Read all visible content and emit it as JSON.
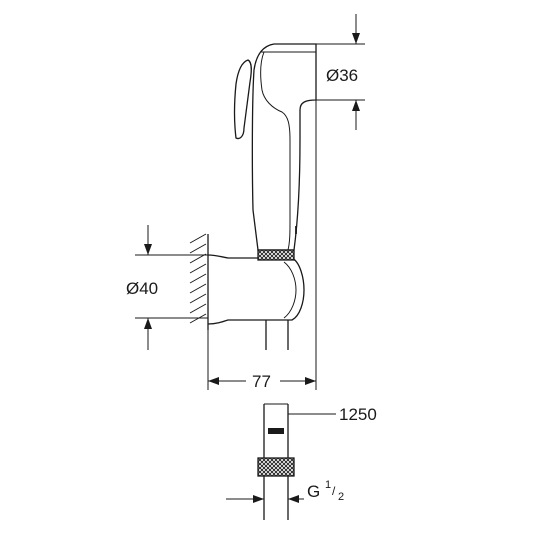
{
  "dimensions": {
    "head_diameter": "Ø36",
    "holder_diameter": "Ø40",
    "projection": "77",
    "hose_length": "1250",
    "thread_main": "G",
    "thread_num": "1",
    "thread_den": "2"
  },
  "colors": {
    "line": "#1a1a1a",
    "background": "#ffffff"
  }
}
